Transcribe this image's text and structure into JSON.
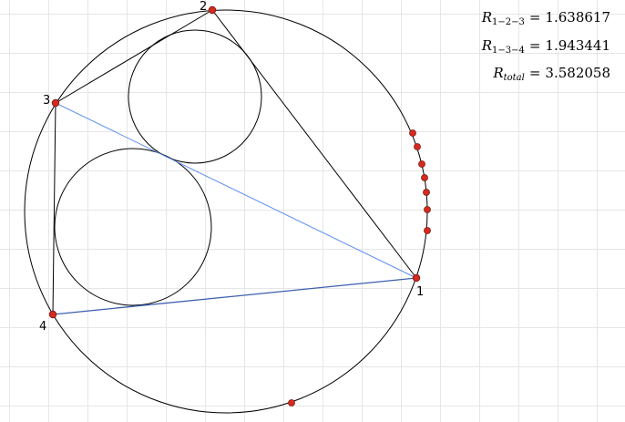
{
  "points": [
    {
      "label": "1"
    },
    {
      "label": "2"
    },
    {
      "label": "3"
    },
    {
      "label": "4"
    }
  ],
  "readouts": [
    {
      "symbol": "R",
      "subscript": "1−2−3",
      "value": "1.638617"
    },
    {
      "symbol": "R",
      "subscript": "1−3−4",
      "value": "1.943441"
    },
    {
      "symbol": "R",
      "subscript": "total",
      "value": "3.582058"
    }
  ],
  "colors": {
    "circle_stroke": "#000000",
    "triangle_123": "#000000",
    "diagonal_1_3": "#5b8def",
    "segment_1_4": "#3a5fb0",
    "point_fill": "#d62a1f",
    "point_stroke": "#7a1a14",
    "grid": "#e6e6e6"
  }
}
